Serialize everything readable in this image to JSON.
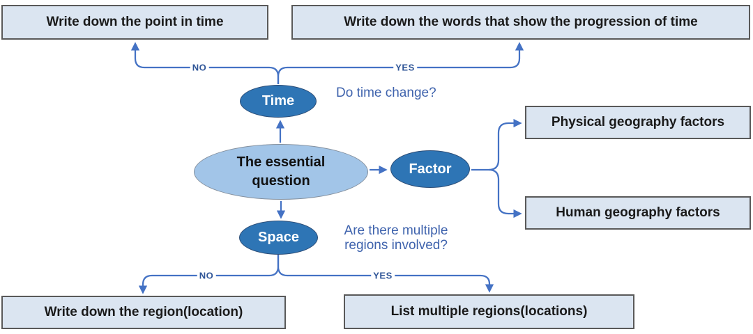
{
  "colors": {
    "box_fill": "#dbe5f1",
    "box_border": "#595959",
    "box_text": "#1a1a1a",
    "node_fill": "#2e75b5",
    "node_border": "#2c4d77",
    "node_text": "#ffffff",
    "center_fill": "#a2c5e8",
    "center_border": "#84909e",
    "connector": "#4472c4",
    "edge_label": "#2f5597",
    "question_text": "#3f63ad",
    "canvas_bg": "#ffffff"
  },
  "center_node": {
    "label": "The essential\nquestion"
  },
  "decision_nodes": {
    "time": {
      "label": "Time",
      "question": "Do time change?",
      "no_label": "NO",
      "yes_label": "YES"
    },
    "factor": {
      "label": "Factor"
    },
    "space": {
      "label": "Space",
      "question": "Are there multiple regions involved?",
      "no_label": "NO",
      "yes_label": "YES"
    }
  },
  "outcome_boxes": {
    "time_no": "Write down the point in time",
    "time_yes": "Write down the words that show the progression of time",
    "factor_physical": "Physical geography factors",
    "factor_human": "Human geography factors",
    "space_no": "Write down the region(location)",
    "space_yes": "List multiple regions(locations)"
  }
}
